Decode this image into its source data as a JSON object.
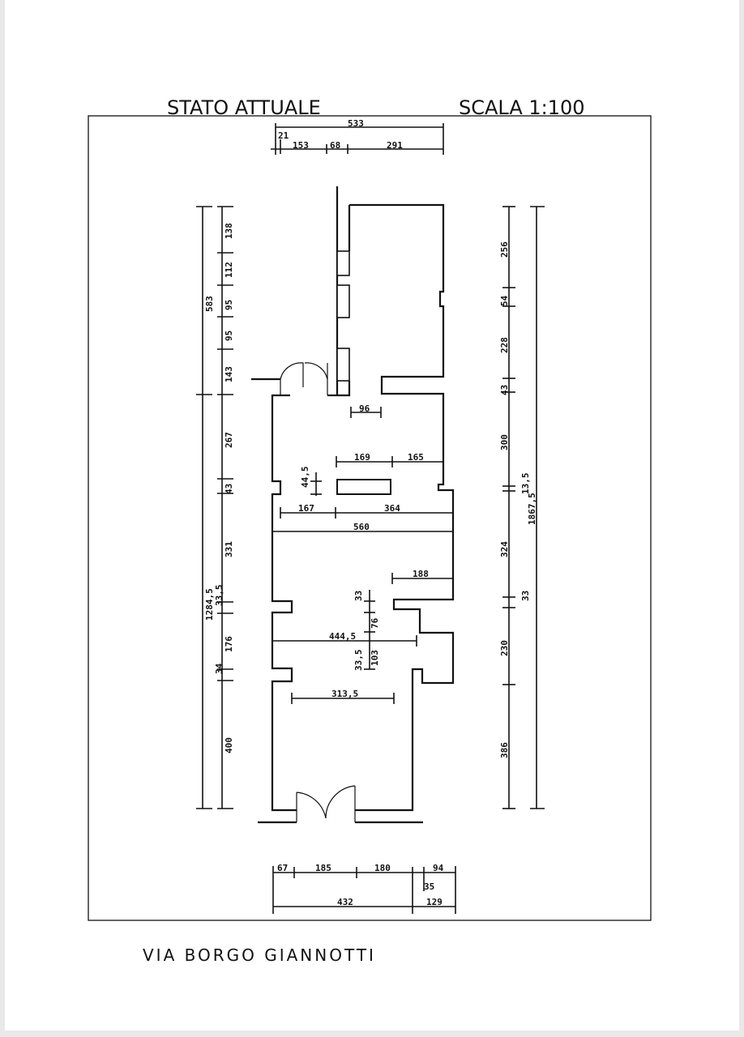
{
  "header": {
    "title": "STATO ATTUALE",
    "scale": "SCALA 1:100"
  },
  "footer": {
    "street": "VIA BORGO GIANNOTTI"
  },
  "dimensions": {
    "top_total": "533",
    "top_21": "21",
    "top_153": "153",
    "top_68": "68",
    "top_291": "291",
    "left_583": "583",
    "left_138": "138",
    "left_112": "112",
    "left_95a": "95",
    "left_95b": "95",
    "left_143": "143",
    "left_267": "267",
    "left_43": "43",
    "left_331": "331",
    "left_1284_5": "1284,5",
    "left_33_5": "33,5",
    "left_176": "176",
    "left_34": "34",
    "left_400": "400",
    "right_256": "256",
    "right_54": "54",
    "right_228": "228",
    "right_43": "43",
    "right_300": "300",
    "right_13_5": "13,5",
    "right_1867_5": "1867,5",
    "right_324": "324",
    "right_33": "33",
    "right_230": "230",
    "right_386": "386",
    "in_96": "96",
    "in_169": "169",
    "in_165": "165",
    "in_44_5": "44,5",
    "in_167": "167",
    "in_364": "364",
    "in_560": "560",
    "in_188": "188",
    "in_33": "33",
    "in_76": "76",
    "in_444_5": "444,5",
    "in_33_5": "33,5",
    "in_103": "103",
    "in_313_5": "313,5",
    "bot_67": "67",
    "bot_185": "185",
    "bot_180": "180",
    "bot_94": "94",
    "bot_35": "35",
    "bot_432": "432",
    "bot_129": "129"
  }
}
